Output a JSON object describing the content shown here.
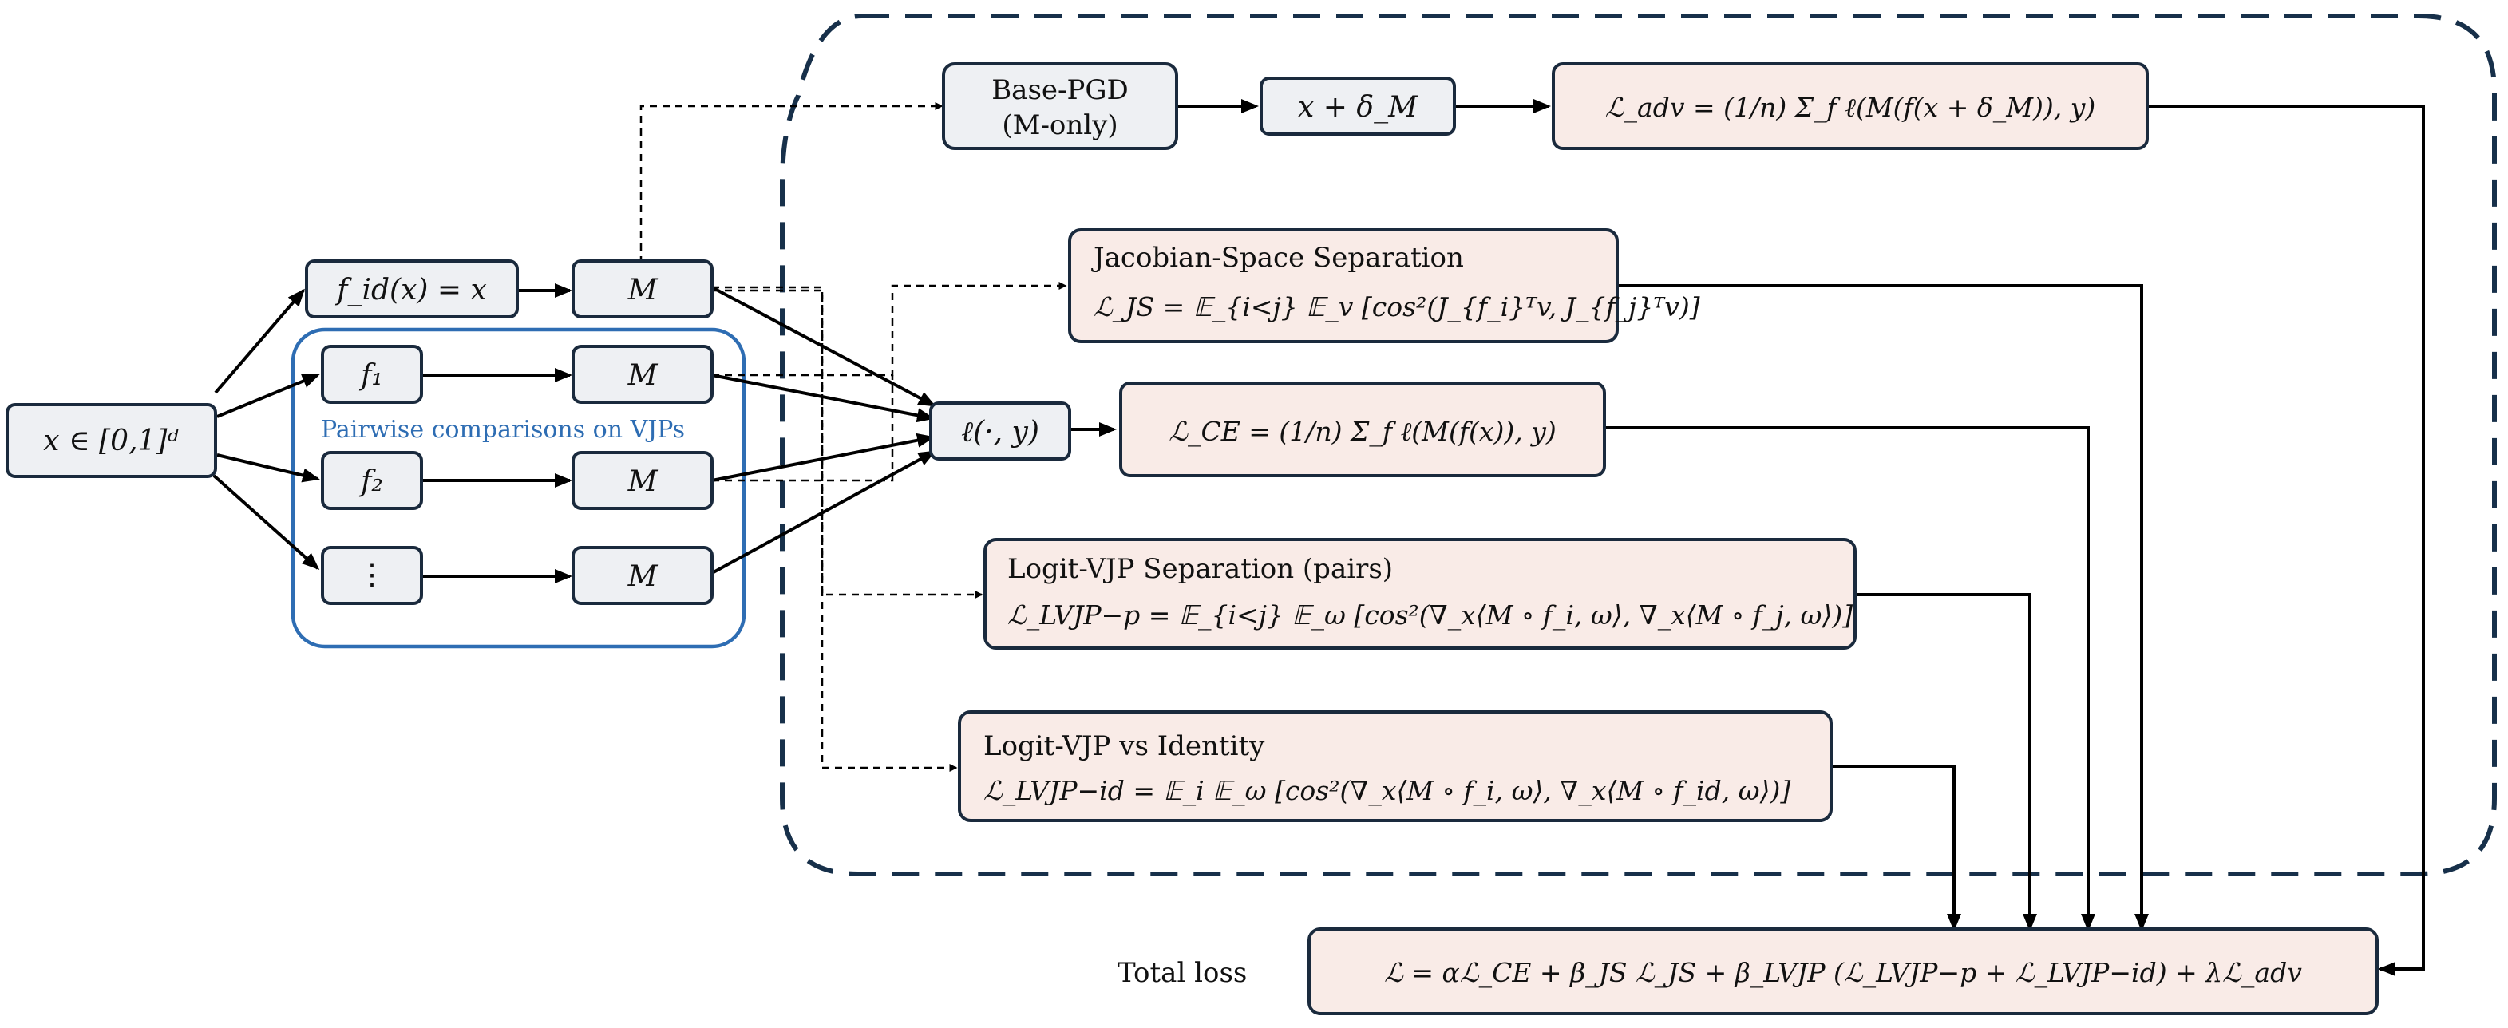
{
  "nodes": {
    "input": "x ∈ [0,1]ᵈ",
    "f_id": "f_id(x) = x",
    "f1": "f₁",
    "f2": "f₂",
    "f_more": "⋮",
    "model": "M",
    "loss_fn": "ℓ(·, y)",
    "base_pgd_line1": "Base-PGD",
    "base_pgd_line2": "(M-only)",
    "perturbed": "x + δ_M"
  },
  "group_label": "Pairwise comparisons on VJPs",
  "losses": {
    "adv": "ℒ_adv = (1/n) Σ_f ℓ(M(f(x + δ_M)), y)",
    "js_title": "Jacobian-Space Separation",
    "js": "ℒ_JS = 𝔼_{i<j} 𝔼_v [cos²(J_{f_i}ᵀv, J_{f_j}ᵀv)]",
    "ce": "ℒ_CE = (1/n) Σ_f ℓ(M(f(x)), y)",
    "lvjp_p_title": "Logit-VJP Separation (pairs)",
    "lvjp_p": "ℒ_LVJP−p = 𝔼_{i<j} 𝔼_ω [cos²(∇_x⟨M ∘ f_i, ω⟩, ∇_x⟨M ∘ f_j, ω⟩)]",
    "lvjp_id_title": "Logit-VJP vs Identity",
    "lvjp_id": "ℒ_LVJP−id = 𝔼_i 𝔼_ω [cos²(∇_x⟨M ∘ f_i, ω⟩, ∇_x⟨M ∘ f_id, ω⟩)]"
  },
  "total": {
    "label": "Total loss",
    "formula": "ℒ = αℒ_CE + β_JS ℒ_JS + β_LVJP (ℒ_LVJP−p + ℒ_LVJP−id) + λℒ_adv"
  },
  "colors": {
    "gray_box": "#eef0f3",
    "pink_box": "#f9ebe7",
    "stroke": "#1a2a3d",
    "region": "#17304a",
    "group": "#2e6db3"
  }
}
